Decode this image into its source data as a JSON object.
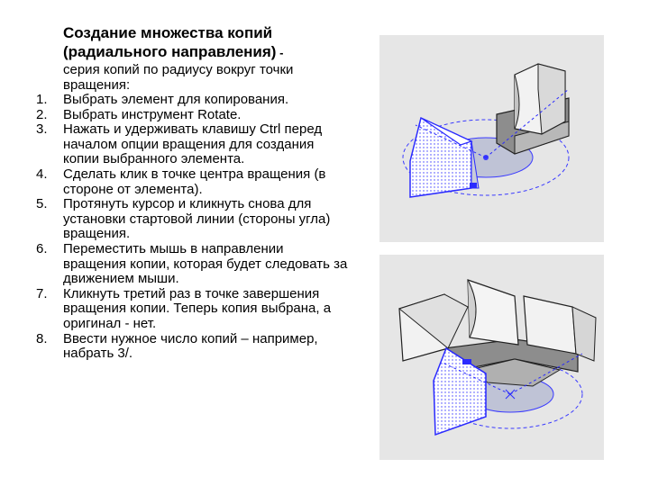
{
  "title": "Создание множества копий (радиального направления)",
  "title_suffix": " -",
  "subtitle": "серия копий по радиусу вокруг точки вращения:",
  "steps": [
    {
      "num": "1.",
      "text": "Выбрать элемент для копирования."
    },
    {
      "num": "2.",
      "text": "Выбрать инструмент Rotate."
    },
    {
      "num": "3.",
      "text": "Нажать и удерживать клавишу Ctrl перед началом опции вращения для создания копии выбранного элемента."
    },
    {
      "num": "4.",
      "text": "Сделать клик в точке центра вращения (в стороне от элемента)."
    },
    {
      "num": "5.",
      "text": "Протянуть курсор и кликнуть снова для установки стартовой линии (стороны угла) вращения."
    },
    {
      "num": "6.",
      "text": "Переместить мышь в направлении вращения копии, которая будет следовать за движением мыши."
    },
    {
      "num": "7.",
      "text": "Кликнуть третий раз в точке завершения вращения копии. Теперь копия выбрана, а оригинал - нет."
    },
    {
      "num": "8.",
      "text": "Ввести нужное число копий – например, набрать 3/."
    }
  ],
  "colors": {
    "accent": "#2a2aff",
    "panel": "#e6e6e6"
  }
}
